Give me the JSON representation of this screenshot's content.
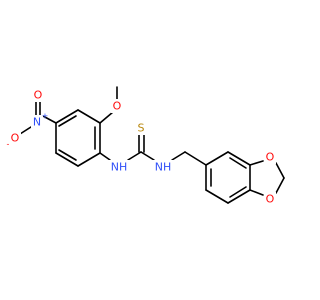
{
  "molecule": {
    "colors": {
      "carbon": "#000000",
      "oxygen": "#ff0d0d",
      "nitrogen": "#3050f8",
      "sulfur": "#b8860b"
    },
    "atoms": {
      "o_methoxy": "O",
      "n_nitro": "N",
      "n_nitro_charge": "+",
      "o_nitro_top": "O",
      "o_nitro_left": "O",
      "o_nitro_left_charge": "-",
      "s_thione": "S",
      "nh_left": "NH",
      "nh_right": "NH",
      "o_dioxole_top": "O",
      "o_dioxole_bottom": "O"
    }
  }
}
